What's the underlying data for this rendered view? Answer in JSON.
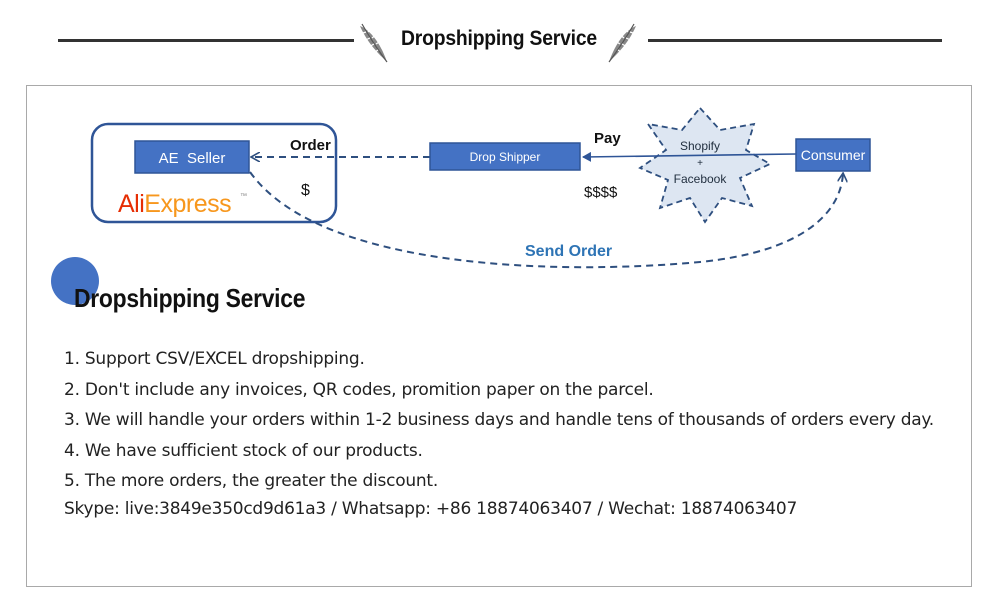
{
  "header": {
    "title": "Dropshipping Service",
    "decoration_icon": "feather-icon"
  },
  "diagram": {
    "nodes": {
      "ae_seller": "AE  Seller",
      "aliexpress_logo": "AliExpress",
      "drop_shipper": "Drop Shipper",
      "platforms": [
        "Shopify",
        "+",
        "Facebook"
      ],
      "consumer": "Consumer"
    },
    "labels": {
      "order": "Order",
      "dollar": "$",
      "pay": "Pay",
      "four_dollars": "$$$$",
      "send_order": "Send Order"
    }
  },
  "section": {
    "title": "Dropshipping Service",
    "features": [
      "1. Support CSV/EXCEL dropshipping.",
      "2. Don't include any invoices, QR codes, promition paper on the parcel.",
      "3. We will handle your orders within 1-2 business days and handle tens of thousands of orders every day.",
      "4. We have sufficient stock of our products.",
      "5. The more orders, the greater the discount."
    ],
    "contact": "Skype: live:3849e350cd9d61a3 / Whatsapp: +86 18874063407 / Wechat: 18874063407"
  },
  "colors": {
    "box_fill": "#4472c4",
    "box_border": "#2f5597",
    "dashed_line": "#2e4f7f",
    "send_order_text": "#2e74b5",
    "star_fill": "#dde6f2",
    "aliexpress_red": "#e62e04",
    "aliexpress_orange": "#f7971d"
  }
}
